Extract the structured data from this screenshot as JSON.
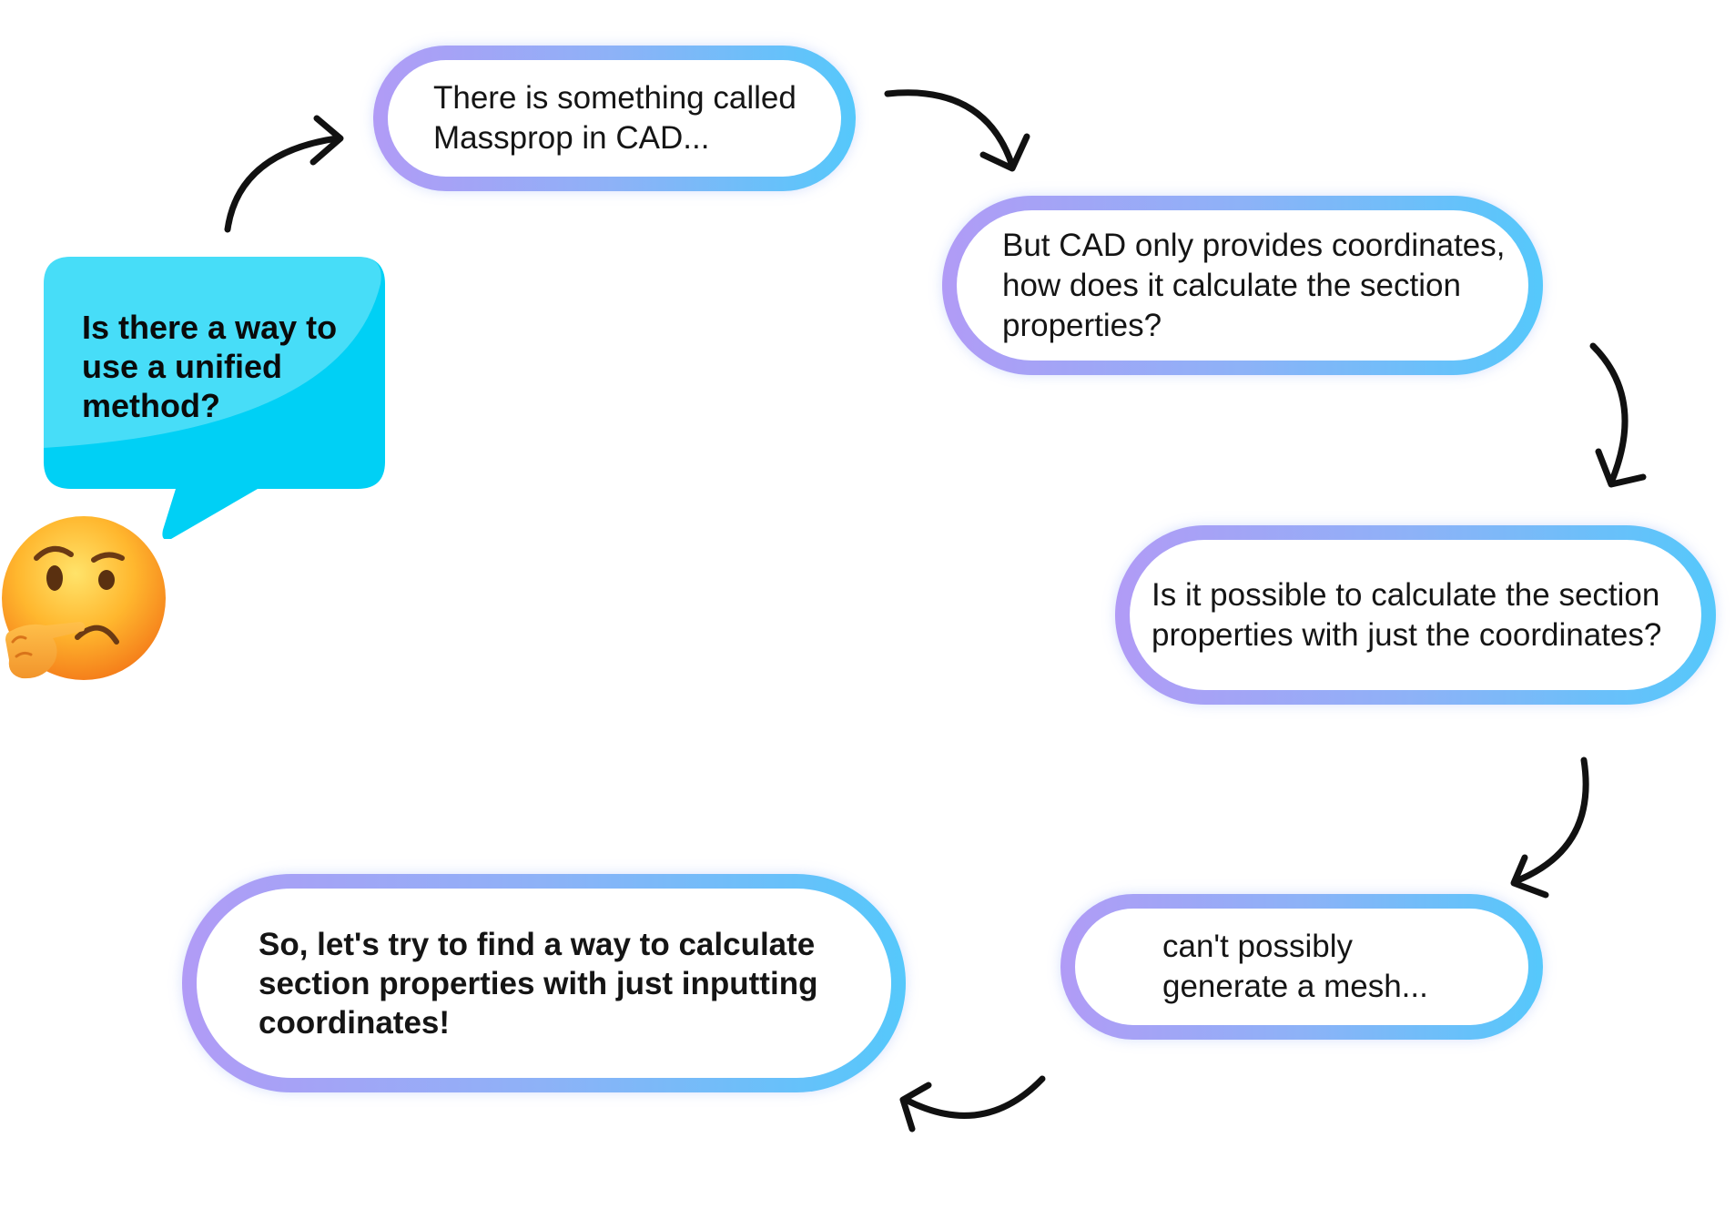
{
  "speech_bubble": {
    "lines": [
      "Is there a way to",
      "use a unified",
      "method?"
    ]
  },
  "steps": [
    {
      "lines": [
        "There is something called",
        "Massprop in CAD..."
      ]
    },
    {
      "lines": [
        "But CAD only provides coordinates,",
        "how does it calculate the section",
        "properties?"
      ]
    },
    {
      "lines": [
        "Is it possible to calculate the section",
        "properties with just the coordinates?"
      ]
    },
    {
      "lines": [
        "can't possibly",
        "generate a mesh..."
      ]
    },
    {
      "lines": [
        "So, let's try to find a way to calculate",
        "section properties with just inputting",
        "coordinates!"
      ]
    }
  ],
  "colors": {
    "bubble_border_start": "#b19bf6",
    "bubble_border_end": "#55c8fb",
    "speech_bubble_fill": "#00d0f5",
    "arrow": "#111111"
  },
  "icons": [
    "thinking-face-icon"
  ]
}
